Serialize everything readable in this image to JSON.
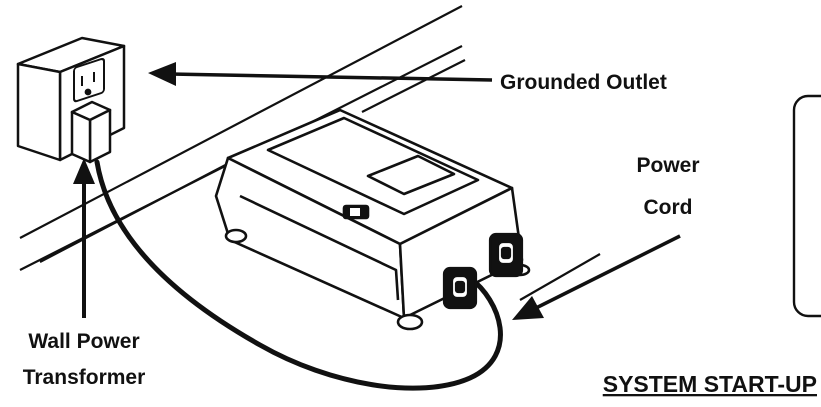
{
  "labels": {
    "grounded_outlet": "Grounded Outlet",
    "power_cord_line1": "Power",
    "power_cord_line2": "Cord",
    "wall_transformer_line1": "Wall Power",
    "wall_transformer_line2": "Transformer"
  },
  "section_heading": "SYSTEM START-UP",
  "colors": {
    "ink": "#111111",
    "paper": "#ffffff"
  }
}
